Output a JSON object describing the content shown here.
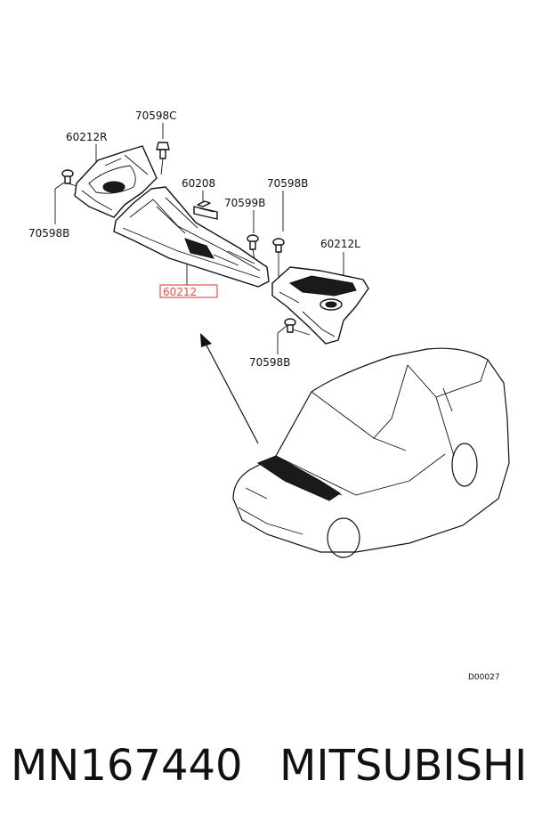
{
  "callouts": {
    "c_70598C": "70598C",
    "c_60212R": "60212R",
    "c_70598B_left": "70598B",
    "c_60208": "60208",
    "c_70598B_top": "70598B",
    "c_70599B": "70599B",
    "c_60212L": "60212L",
    "c_60212": "60212",
    "c_70598B_bottom": "70598B"
  },
  "diagram_code": "D00027",
  "footer": {
    "part_number": "MN167440",
    "brand": "MITSUBISHI"
  },
  "colors": {
    "highlight_box": "#e03030"
  }
}
